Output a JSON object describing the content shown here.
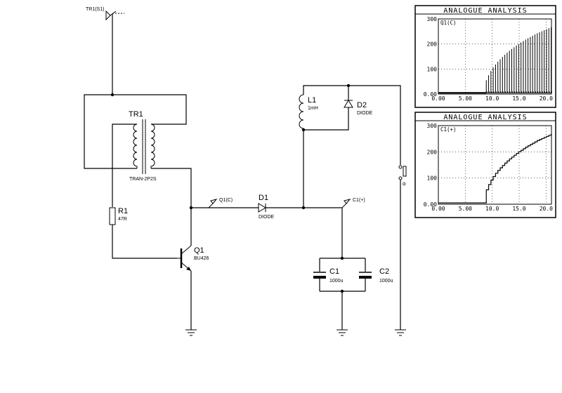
{
  "probes": {
    "tr1_s1": "TR1(S1)",
    "q1c": "Q1(C)",
    "c1p": "C1(+)"
  },
  "components": {
    "tr1": {
      "ref": "TR1",
      "value": "TRAN-2P2S"
    },
    "r1": {
      "ref": "R1",
      "value": "47R"
    },
    "q1": {
      "ref": "Q1",
      "value": "BU426"
    },
    "d1": {
      "ref": "D1",
      "value": "DIODE"
    },
    "l1": {
      "ref": "L1",
      "value": "1mH"
    },
    "d2": {
      "ref": "D2",
      "value": "DIODE"
    },
    "c1": {
      "ref": "C1",
      "value": "1000u"
    },
    "c2": {
      "ref": "C2",
      "value": "1000u"
    }
  },
  "switch_glyph": "⊖",
  "chart_data": [
    {
      "type": "line",
      "title": "ANALOGUE ANALYSIS",
      "series": [
        {
          "name": "Q1(C)",
          "style": "spikes",
          "x": [
            8.9,
            9.33,
            9.76,
            10.19,
            10.62,
            11.05,
            11.48,
            11.91,
            12.34,
            12.77,
            13.2,
            13.63,
            14.06,
            14.49,
            14.92,
            15.35,
            15.78,
            16.21,
            16.64,
            17.07,
            17.5,
            17.93,
            18.36,
            18.79,
            19.22,
            19.65,
            20.08,
            20.51,
            20.94
          ],
          "values": [
            55,
            75,
            92,
            106,
            118,
            129,
            139,
            148,
            157,
            165,
            173,
            180,
            187,
            194,
            200,
            206,
            212,
            218,
            223,
            228,
            233,
            238,
            243,
            247,
            251,
            255,
            259,
            263,
            267
          ]
        }
      ],
      "baseline": 5,
      "xlim": [
        0,
        21
      ],
      "ylim": [
        0,
        300
      ],
      "xticks": [
        "0.00",
        "5.00",
        "10.0",
        "15.0",
        "20.0"
      ],
      "yticks": [
        "0.00",
        "100",
        "200",
        "300"
      ],
      "grid": true
    },
    {
      "type": "line",
      "title": "ANALOGUE ANALYSIS",
      "series": [
        {
          "name": "C1(+)",
          "style": "steps",
          "x": [
            0,
            8.9,
            9.33,
            9.76,
            10.19,
            10.62,
            11.05,
            11.48,
            11.91,
            12.34,
            12.77,
            13.2,
            13.63,
            14.06,
            14.49,
            14.92,
            15.35,
            15.78,
            16.21,
            16.64,
            17.07,
            17.5,
            17.93,
            18.36,
            18.79,
            19.22,
            19.65,
            20.08,
            20.51,
            20.94
          ],
          "values": [
            5,
            55,
            75,
            92,
            106,
            118,
            129,
            139,
            148,
            157,
            165,
            173,
            180,
            187,
            194,
            200,
            206,
            212,
            218,
            223,
            228,
            233,
            238,
            243,
            247,
            251,
            255,
            259,
            263,
            267
          ]
        }
      ],
      "xlim": [
        0,
        21
      ],
      "ylim": [
        0,
        300
      ],
      "xticks": [
        "0.00",
        "5.00",
        "10.0",
        "15.0",
        "20.0"
      ],
      "yticks": [
        "0.00",
        "100",
        "200",
        "300"
      ],
      "grid": true
    }
  ]
}
